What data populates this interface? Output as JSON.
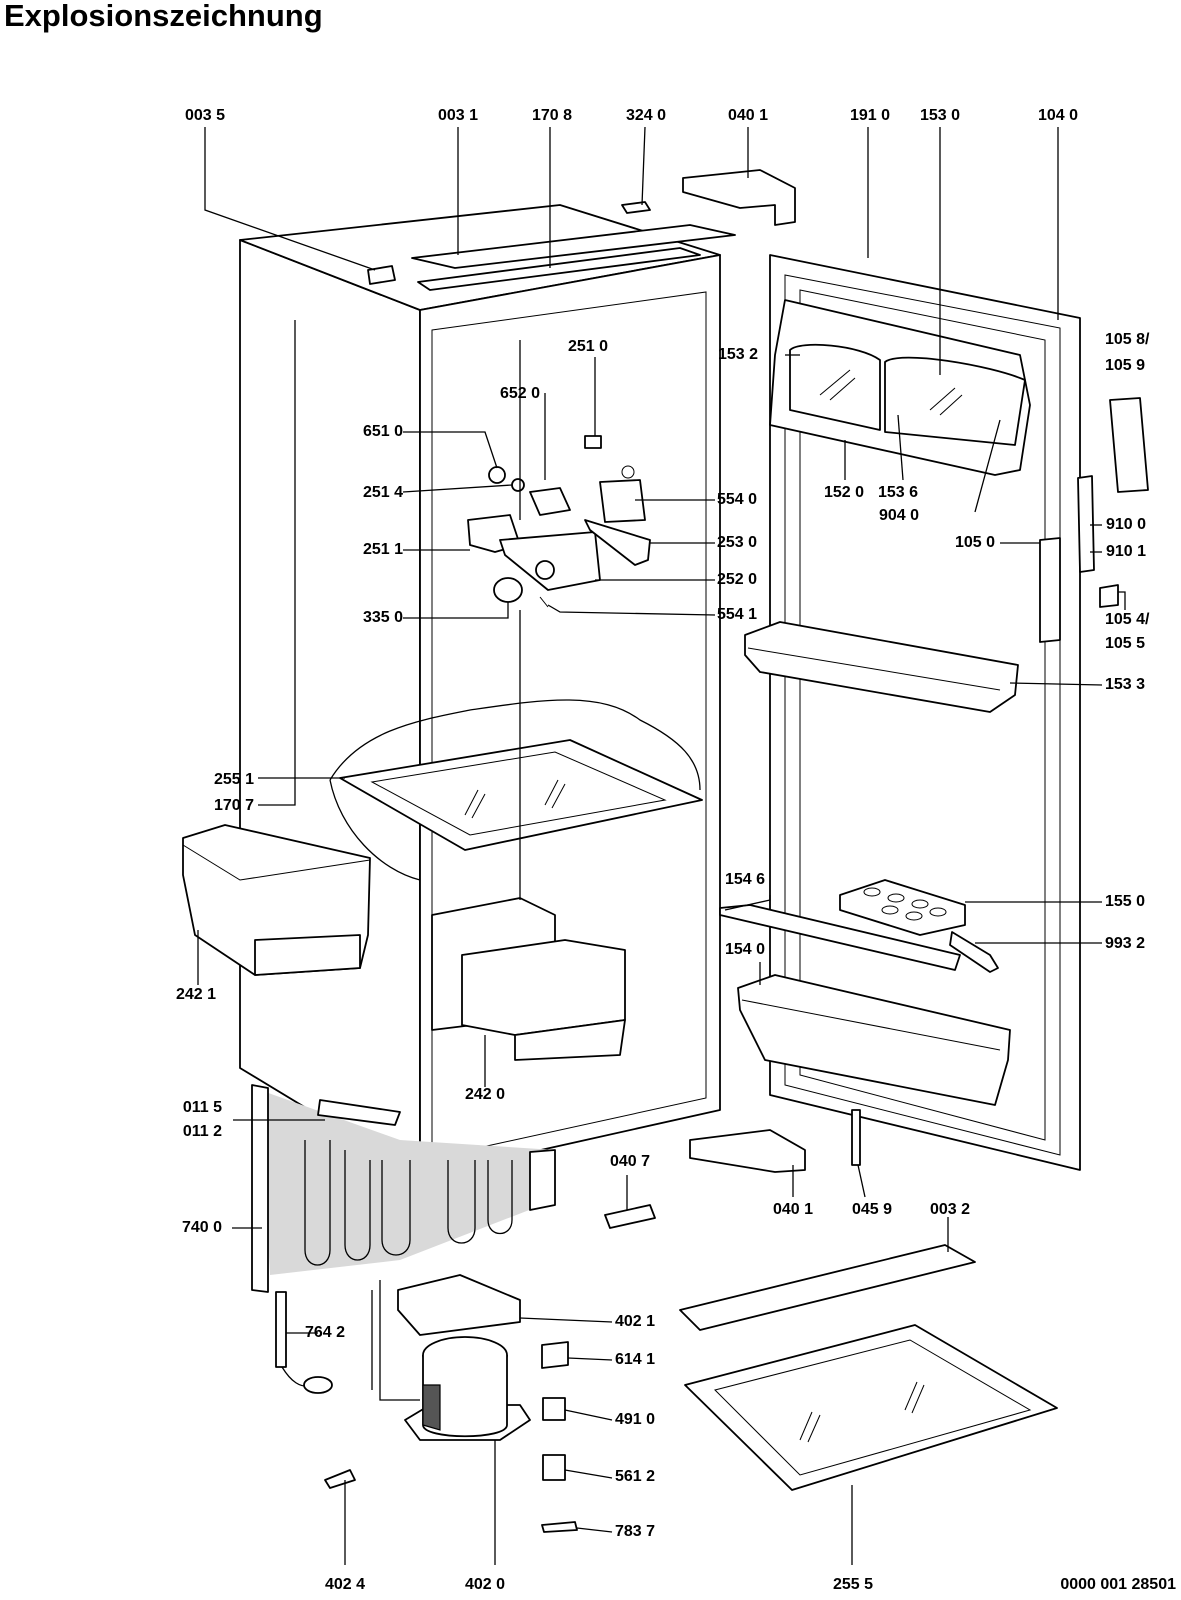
{
  "title": "Explosionszeichnung",
  "drawing_number": "0000 001 28501",
  "parts": {
    "p0035": "003 5",
    "p0031": "003 1",
    "p1708": "170 8",
    "p3240": "324 0",
    "p0401a": "040 1",
    "p1910": "191 0",
    "p1530": "153 0",
    "p1040": "104 0",
    "p1058": "105 8/",
    "p1059": "105 9",
    "p2510": "251 0",
    "p1532": "153 2",
    "p6520": "652 0",
    "p6510": "651 0",
    "p2514": "251 4",
    "p5540": "554 0",
    "p1520": "152 0",
    "p1536": "153 6",
    "p9040": "904 0",
    "p9100": "910 0",
    "p2511": "251 1",
    "p2530": "253 0",
    "p1050": "105 0",
    "p9101": "910 1",
    "p2520": "252 0",
    "p3350": "335 0",
    "p5541": "554 1",
    "p1054": "105 4/",
    "p1055": "105 5",
    "p1533": "153 3",
    "p2551": "255 1",
    "p1707": "170 7",
    "p1546": "154 6",
    "p1550": "155 0",
    "p9932": "993 2",
    "p1540": "154 0",
    "p2421": "242 1",
    "p2420": "242 0",
    "p0115": "011 5",
    "p0112": "011 2",
    "p0407": "040 7",
    "p7400": "740 0",
    "p0401b": "040 1",
    "p0459": "045 9",
    "p0032": "003 2",
    "p4021": "402 1",
    "p7642": "764 2",
    "p6141": "614 1",
    "p4910": "491 0",
    "p5612": "561 2",
    "p7837": "783 7",
    "p4024": "402 4",
    "p4020": "402 0",
    "p2555": "255 5"
  }
}
